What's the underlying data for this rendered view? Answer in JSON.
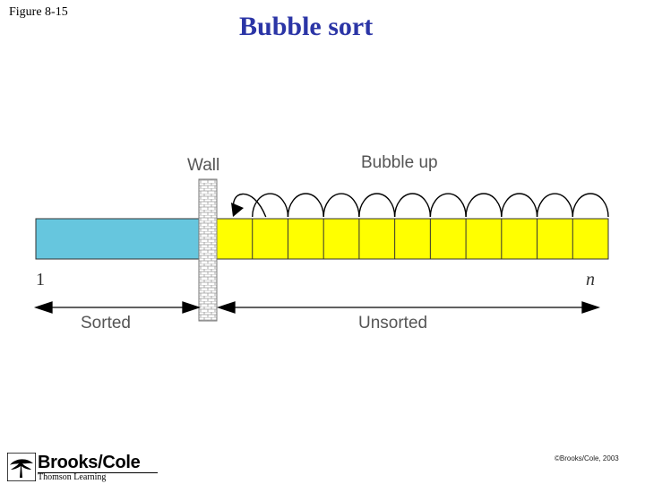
{
  "slide": {
    "figure_label": "Figure 8-15",
    "title": "Bubble sort"
  },
  "diagram": {
    "wall_label": "Wall",
    "bubble_label": "Bubble up",
    "start_index": "1",
    "end_index": "n",
    "sorted_label": "Sorted",
    "unsorted_label": "Unsorted",
    "sorted_color": "#66c6de",
    "unsorted_color": "#ffff00",
    "unsorted_cell_count": 11
  },
  "footer": {
    "logo_brand": "Brooks/Cole",
    "logo_sub": "Thomson Learning",
    "copyright": "©Brooks/Cole, 2003"
  }
}
